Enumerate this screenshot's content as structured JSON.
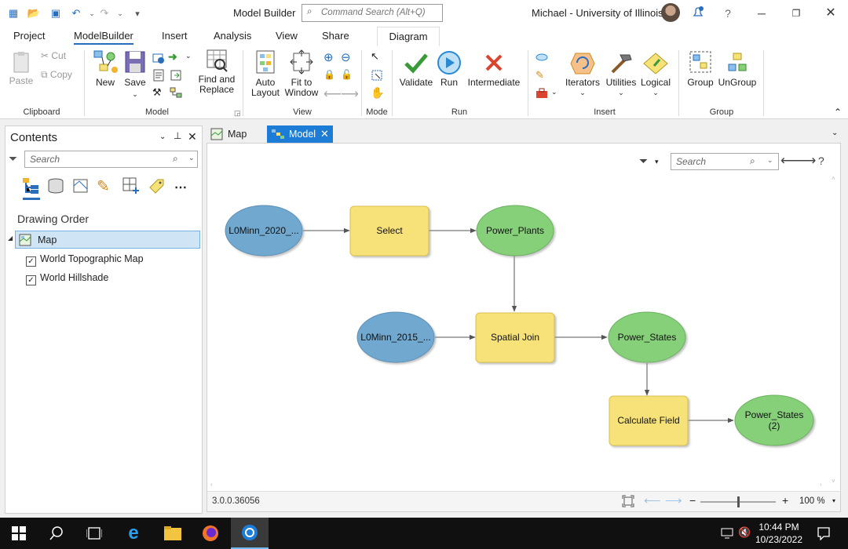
{
  "app": {
    "title": "Model Builder",
    "command_search_placeholder": "Command Search (Alt+Q)",
    "user": "Michael - University of Illinois",
    "help": "?"
  },
  "ribbon_tabs": [
    "Project",
    "ModelBuilder",
    "Insert",
    "Analysis",
    "View",
    "Share",
    "Diagram"
  ],
  "ribbon": {
    "clipboard": {
      "label": "Clipboard",
      "paste": "Paste",
      "cut": "Cut",
      "copy": "Copy"
    },
    "model": {
      "label": "Model",
      "new": "New",
      "save": "Save",
      "find_replace": "Find and\nReplace"
    },
    "view": {
      "label": "View",
      "auto_layout": "Auto\nLayout",
      "fit_window": "Fit to\nWindow"
    },
    "mode": {
      "label": "Mode"
    },
    "run": {
      "label": "Run",
      "validate": "Validate",
      "run": "Run",
      "intermediate": "Intermediate"
    },
    "insert": {
      "label": "Insert",
      "iterators": "Iterators",
      "utilities": "Utilities",
      "logical": "Logical"
    },
    "group": {
      "label": "Group",
      "group": "Group",
      "ungroup": "UnGroup"
    }
  },
  "contents": {
    "title": "Contents",
    "search_placeholder": "Search",
    "heading": "Drawing Order",
    "map": "Map",
    "layers": [
      {
        "name": "World Topographic Map",
        "checked": true
      },
      {
        "name": "World Hillshade",
        "checked": true
      }
    ]
  },
  "doc_tabs": [
    {
      "label": "Map",
      "active": false
    },
    {
      "label": "Model",
      "active": true
    }
  ],
  "canvas": {
    "search_placeholder": "Search",
    "nodes": {
      "input1": "L0Minn_2020_...",
      "select": "Select",
      "power_plants": "Power_Plants",
      "input2": "L0Minn_2015_...",
      "spatial_join": "Spatial Join",
      "power_states": "Power_States",
      "calc_field": "Calculate Field",
      "power_states2_line1": "Power_States",
      "power_states2_line2": "(2)"
    },
    "version": "3.0.0.36056",
    "zoom": "100 %"
  },
  "taskbar": {
    "time": "10:44 PM",
    "date": "10/23/2022"
  },
  "colors": {
    "input": "#6fa8cf",
    "tool": "#f7e27a",
    "output": "#86d07a",
    "accent": "#1c7cd6"
  }
}
